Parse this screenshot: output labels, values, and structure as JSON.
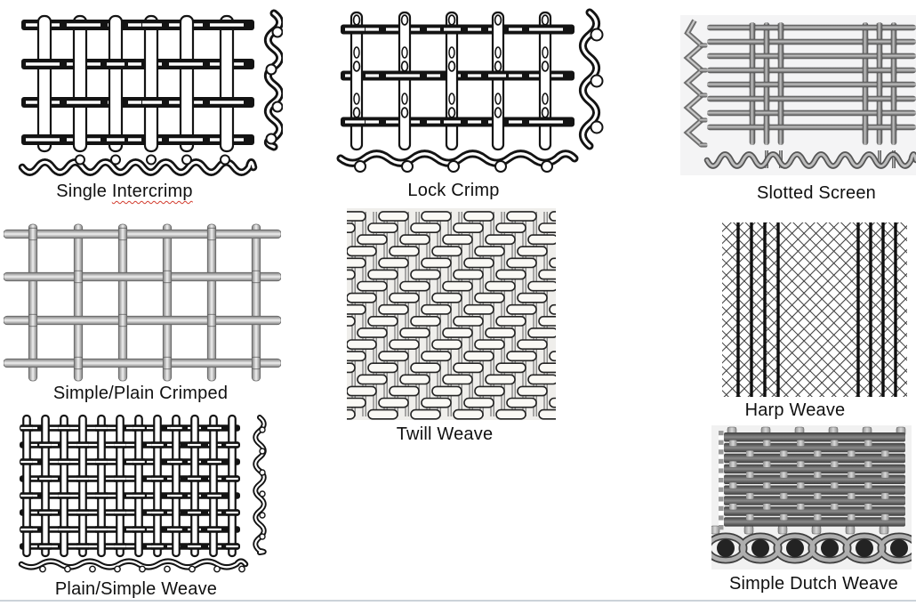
{
  "page": {
    "background": "#ffffff",
    "divider_color": "#ccd3d9",
    "spellcheck_underline_color": "#d23b2e"
  },
  "figures": [
    {
      "id": "single-intercrimp",
      "label": "Single Intercrimp",
      "label_plain": "Single ",
      "label_underlined": "Intercrimp",
      "spellcheck_underline": true,
      "image_description": "Black and white line drawing of intercrimp wire mesh grid with side crimp profile and bottom crimped wire cross-section"
    },
    {
      "id": "lock-crimp",
      "label": "Lock Crimp",
      "image_description": "Black and white line drawing of lock crimp wire mesh with locking bumps at intersections, side profile and bottom cross-section"
    },
    {
      "id": "slotted-screen",
      "label": "Slotted Screen",
      "image_description": "Gray metallic rendering of slotted screen: long horizontal wires with grouped vertical cross wires, crimped edge wire on left and wavy wire below"
    },
    {
      "id": "simple-plain-crimped",
      "label": "Simple/Plain Crimped",
      "image_description": "Photo-style gray crimped wire mesh with square openings"
    },
    {
      "id": "twill-weave",
      "label": "Twill Weave",
      "image_description": "Dense twill weave wire cloth with diagonal over-under pattern"
    },
    {
      "id": "harp-weave",
      "label": "Harp Weave",
      "image_description": "Diamond lattice harp weave mesh with grouped dark vertical wires"
    },
    {
      "id": "plain-simple-weave",
      "label": "Plain/Simple Weave",
      "image_description": "Black and white line drawing of tight plain weave mesh with side crimp profile and flat wavy bottom wire"
    },
    {
      "id": "simple-dutch-weave",
      "label": "Simple Dutch Weave",
      "image_description": "Dark gray dutch weave with tightly packed horizontal wires and braided cross-section with round wire ends below"
    }
  ]
}
